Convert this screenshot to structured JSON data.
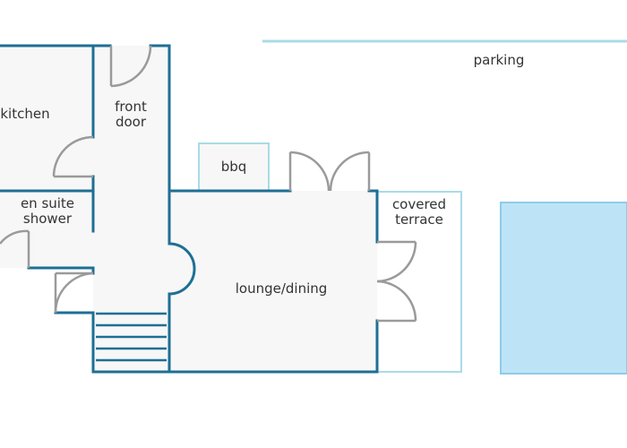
{
  "colors": {
    "wall": "#1e6f94",
    "door": "#9a9a9a",
    "outline": "#a9dbe6",
    "pool": "#bde4f6",
    "pool_edge": "#8fcbe8",
    "floor": "#f7f7f7",
    "label": "#333333"
  },
  "rooms": {
    "parking": "parking",
    "kitchen": "kitchen",
    "front_door_line1": "front",
    "front_door_line2": "door",
    "bbq": "bbq",
    "en_suite_line1": "en suite",
    "en_suite_line2": "shower",
    "covered_terrace_line1": "covered",
    "covered_terrace_line2": "terrace",
    "lounge_dining": "lounge/dining"
  }
}
